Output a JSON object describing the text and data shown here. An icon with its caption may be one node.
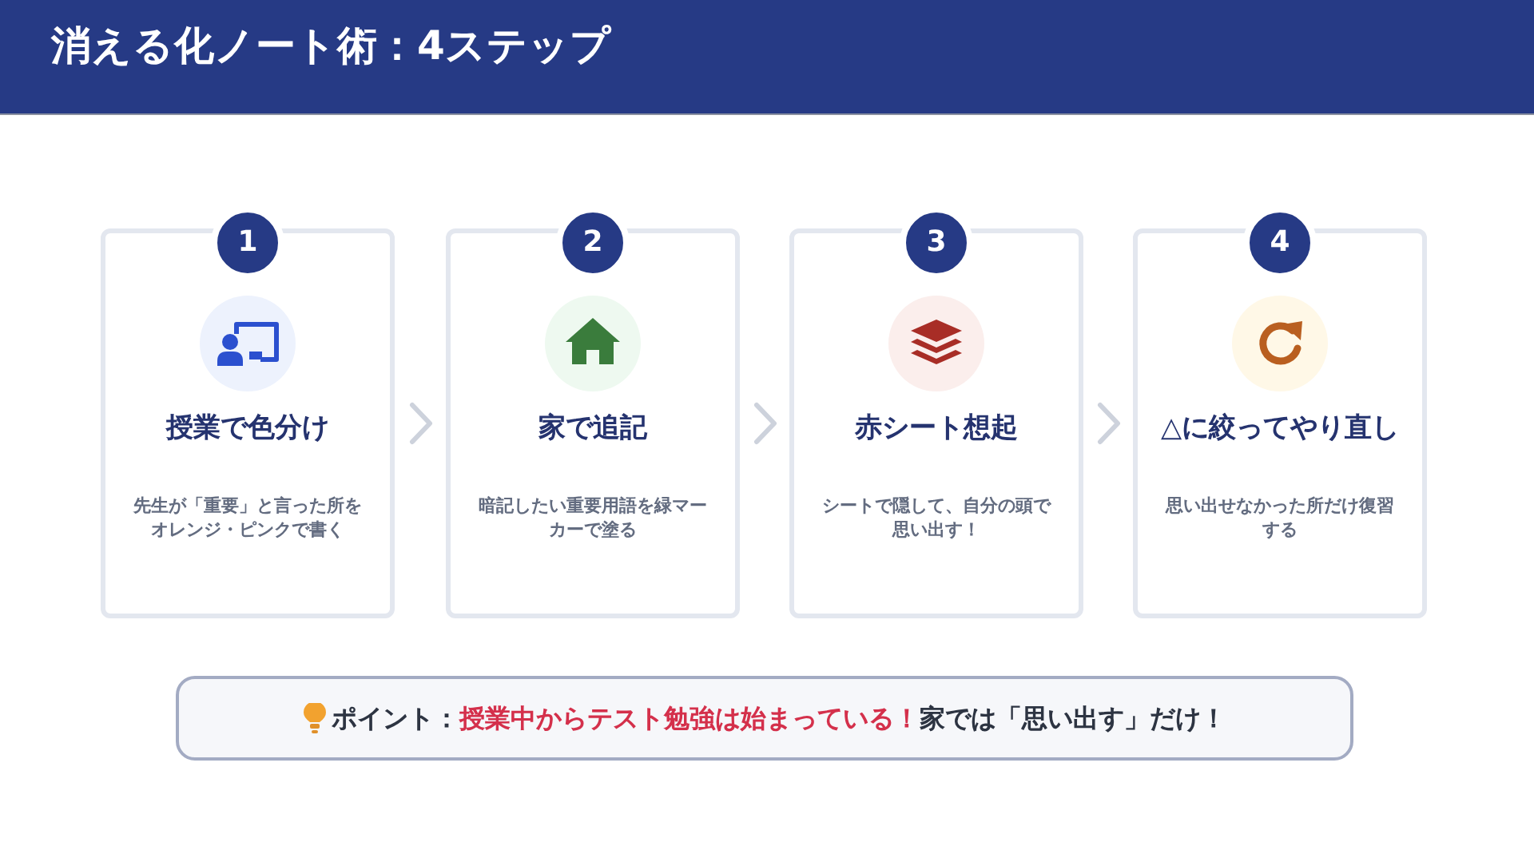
{
  "diagram": {
    "title": "消える化ノート術：4ステップ",
    "nodes": [
      {
        "text": [
          "1",
          "授業で色分け",
          "先生が「重要」と言った所をオレンジ・ピンクで書く"
        ]
      },
      {
        "text": [
          "2",
          "家で追記",
          "暗記したい重要用語を緑マーカーで塗る"
        ]
      },
      {
        "text": [
          "3",
          "赤シート想起",
          "シートで隠して、自分の頭で思い出す！"
        ]
      },
      {
        "text": [
          "4",
          "△に絞ってやり直し",
          "思い出せなかった所だけ復習する"
        ]
      },
      {
        "text": [
          "ポイント：",
          "授業中からテスト勉強は始まっている！",
          "家では「思い出す」だけ！"
        ]
      }
    ],
    "edges": [
      {
        "from": 0,
        "to": 1,
        "arrow": "to"
      },
      {
        "from": 1,
        "to": 2,
        "arrow": "to"
      },
      {
        "from": 2,
        "to": 3,
        "arrow": "to"
      }
    ]
  }
}
